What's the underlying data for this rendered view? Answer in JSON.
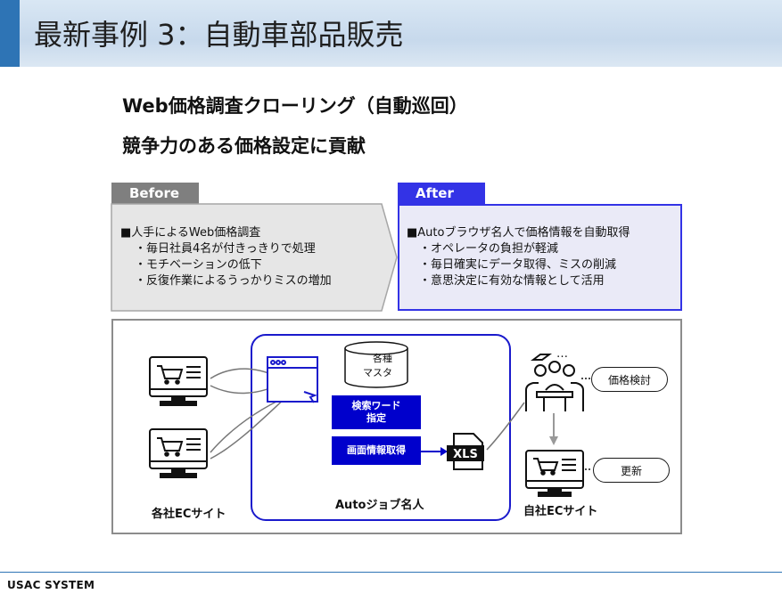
{
  "header": {
    "title": "最新事例 3：自動車部品販売"
  },
  "headlines": [
    "Web価格調査クローリング（自動巡回）",
    "競争力のある価格設定に貢献"
  ],
  "before": {
    "tab": "Before",
    "lines": [
      "■人手によるWeb価格調査",
      "・毎日社員4名が付きっきりで処理",
      "・モチベーションの低下",
      "・反復作業によるうっかりミスの増加"
    ]
  },
  "after": {
    "tab": "After",
    "lines": [
      "■Autoブラウザ名人で価格情報を自動取得",
      "・オペレータの負担が軽減",
      "・毎日確実にデータ取得、ミスの削減",
      "・意思決定に有効な情報として活用"
    ]
  },
  "diagram": {
    "ec_sites_label": "各社ECサイト",
    "auto_label": "Autoジョブ名人",
    "master_db": [
      "各種",
      "マスタ"
    ],
    "search_word": [
      "検索ワード",
      "指定"
    ],
    "screen_info": "画面情報取得",
    "xls": "XLS",
    "own_site_label": "自社ECサイト",
    "price_review": "価格検討",
    "update": "更新",
    "meeting_dots": "…"
  },
  "footer": {
    "brand": "USAC SYSTEM"
  }
}
